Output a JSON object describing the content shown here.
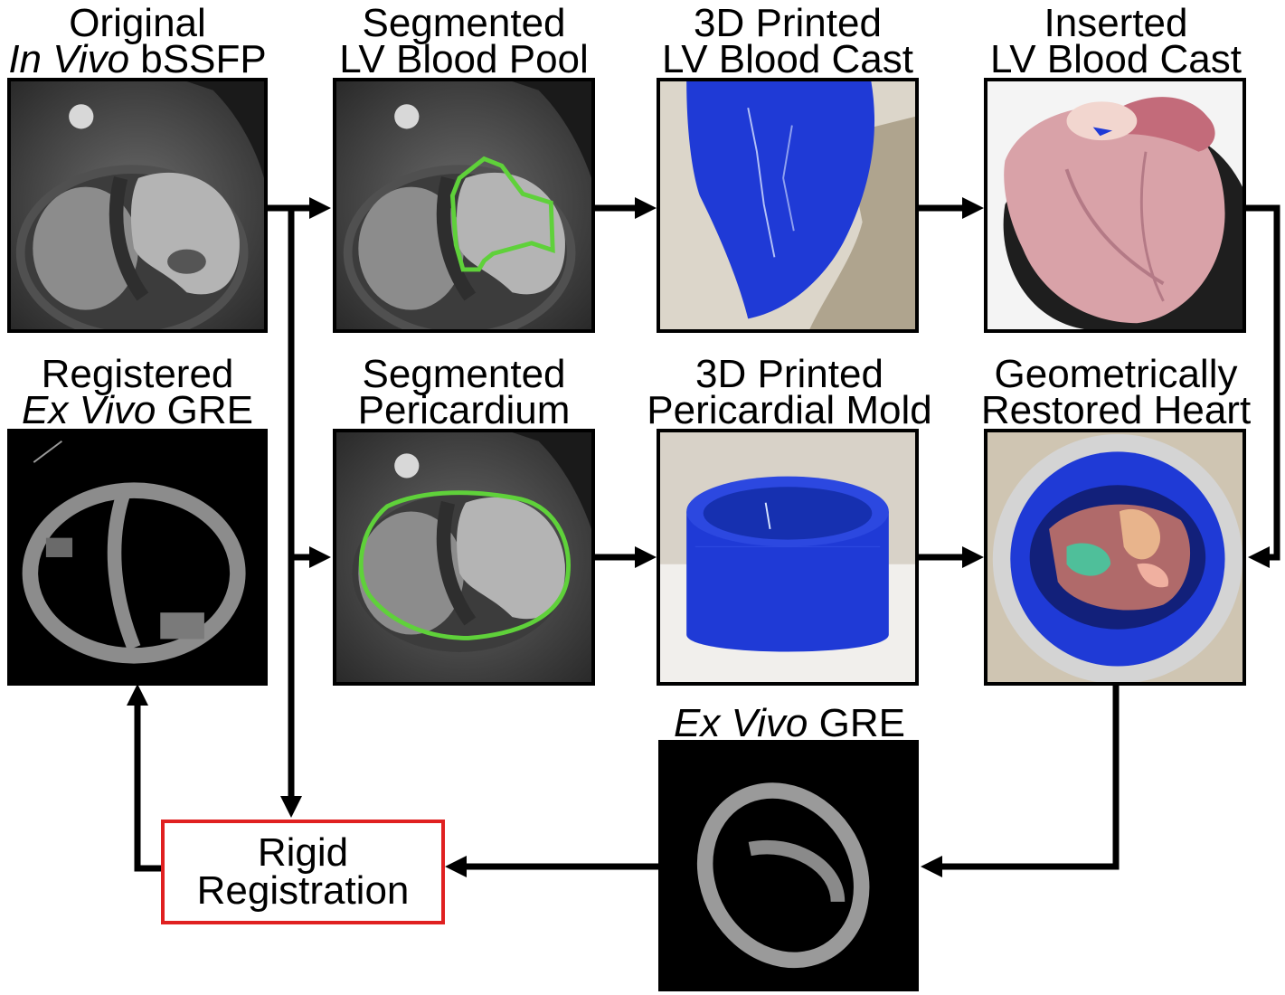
{
  "panels": {
    "original": {
      "line1": "Original",
      "line2_em": "In Vivo",
      "line2_rest": " bSSFP"
    },
    "seg_lv": {
      "line1": "Segmented",
      "line2": "LV Blood Pool"
    },
    "printed_lv": {
      "line1": "3D Printed",
      "line2": "LV Blood Cast"
    },
    "inserted_lv": {
      "line1": "Inserted",
      "line2": "LV Blood Cast"
    },
    "registered": {
      "line1": "Registered",
      "line2_em": "Ex Vivo",
      "line2_rest": " GRE"
    },
    "seg_peri": {
      "line1": "Segmented",
      "line2": "Pericardium"
    },
    "printed_mold": {
      "line1": "3D Printed",
      "line2": "Pericardial Mold"
    },
    "restored": {
      "line1": "Geometrically",
      "line2": "Restored Heart"
    },
    "exvivo": {
      "line1_em": "Ex Vivo",
      "line1_rest": " GRE"
    }
  },
  "process": {
    "line1": "Rigid",
    "line2": "Registration"
  },
  "colors": {
    "segmentation_outline": "#5fd13a",
    "process_box_border": "#e02020",
    "printed_part": "#1f3ad6",
    "arrow": "#000000"
  }
}
